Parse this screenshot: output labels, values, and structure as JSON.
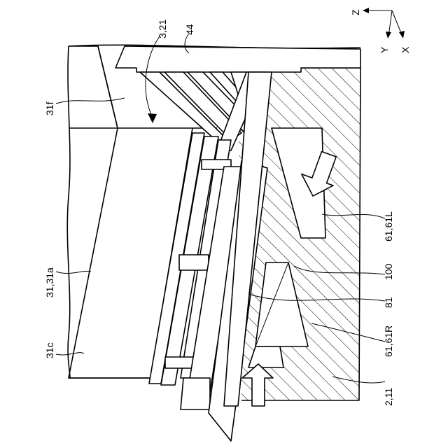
{
  "axes": {
    "z": "Z",
    "y": "Y",
    "x": "X"
  },
  "labels": {
    "l_3_21": "3,21",
    "l_44": "44",
    "l_31f": "31f",
    "l_31_31a": "31,31a",
    "l_31c": "31c",
    "l_61_61L": "61,61L",
    "l_100": "100",
    "l_81": "81",
    "l_61_61R": "61,61R",
    "l_2_11": "2,11"
  }
}
